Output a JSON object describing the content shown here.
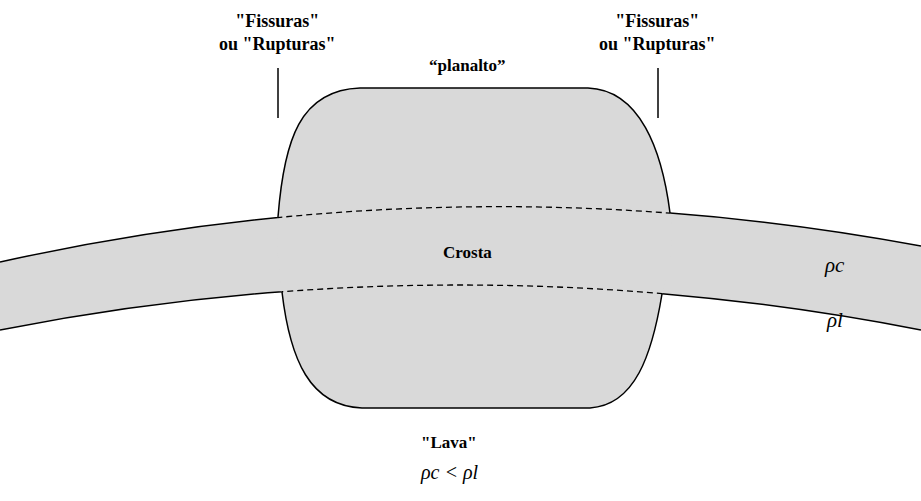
{
  "diagram": {
    "nodes": [
      {
        "text": [
          "Crosta",
          "ρc"
        ]
      }
    ],
    "labels": [
      "\"Fissuras\" ou \"Rupturas\"",
      "\"Fissuras\" ou \"Rupturas\"",
      "“planalto”",
      "ρl",
      "\"Lava\"",
      "ρc < ρl"
    ]
  }
}
